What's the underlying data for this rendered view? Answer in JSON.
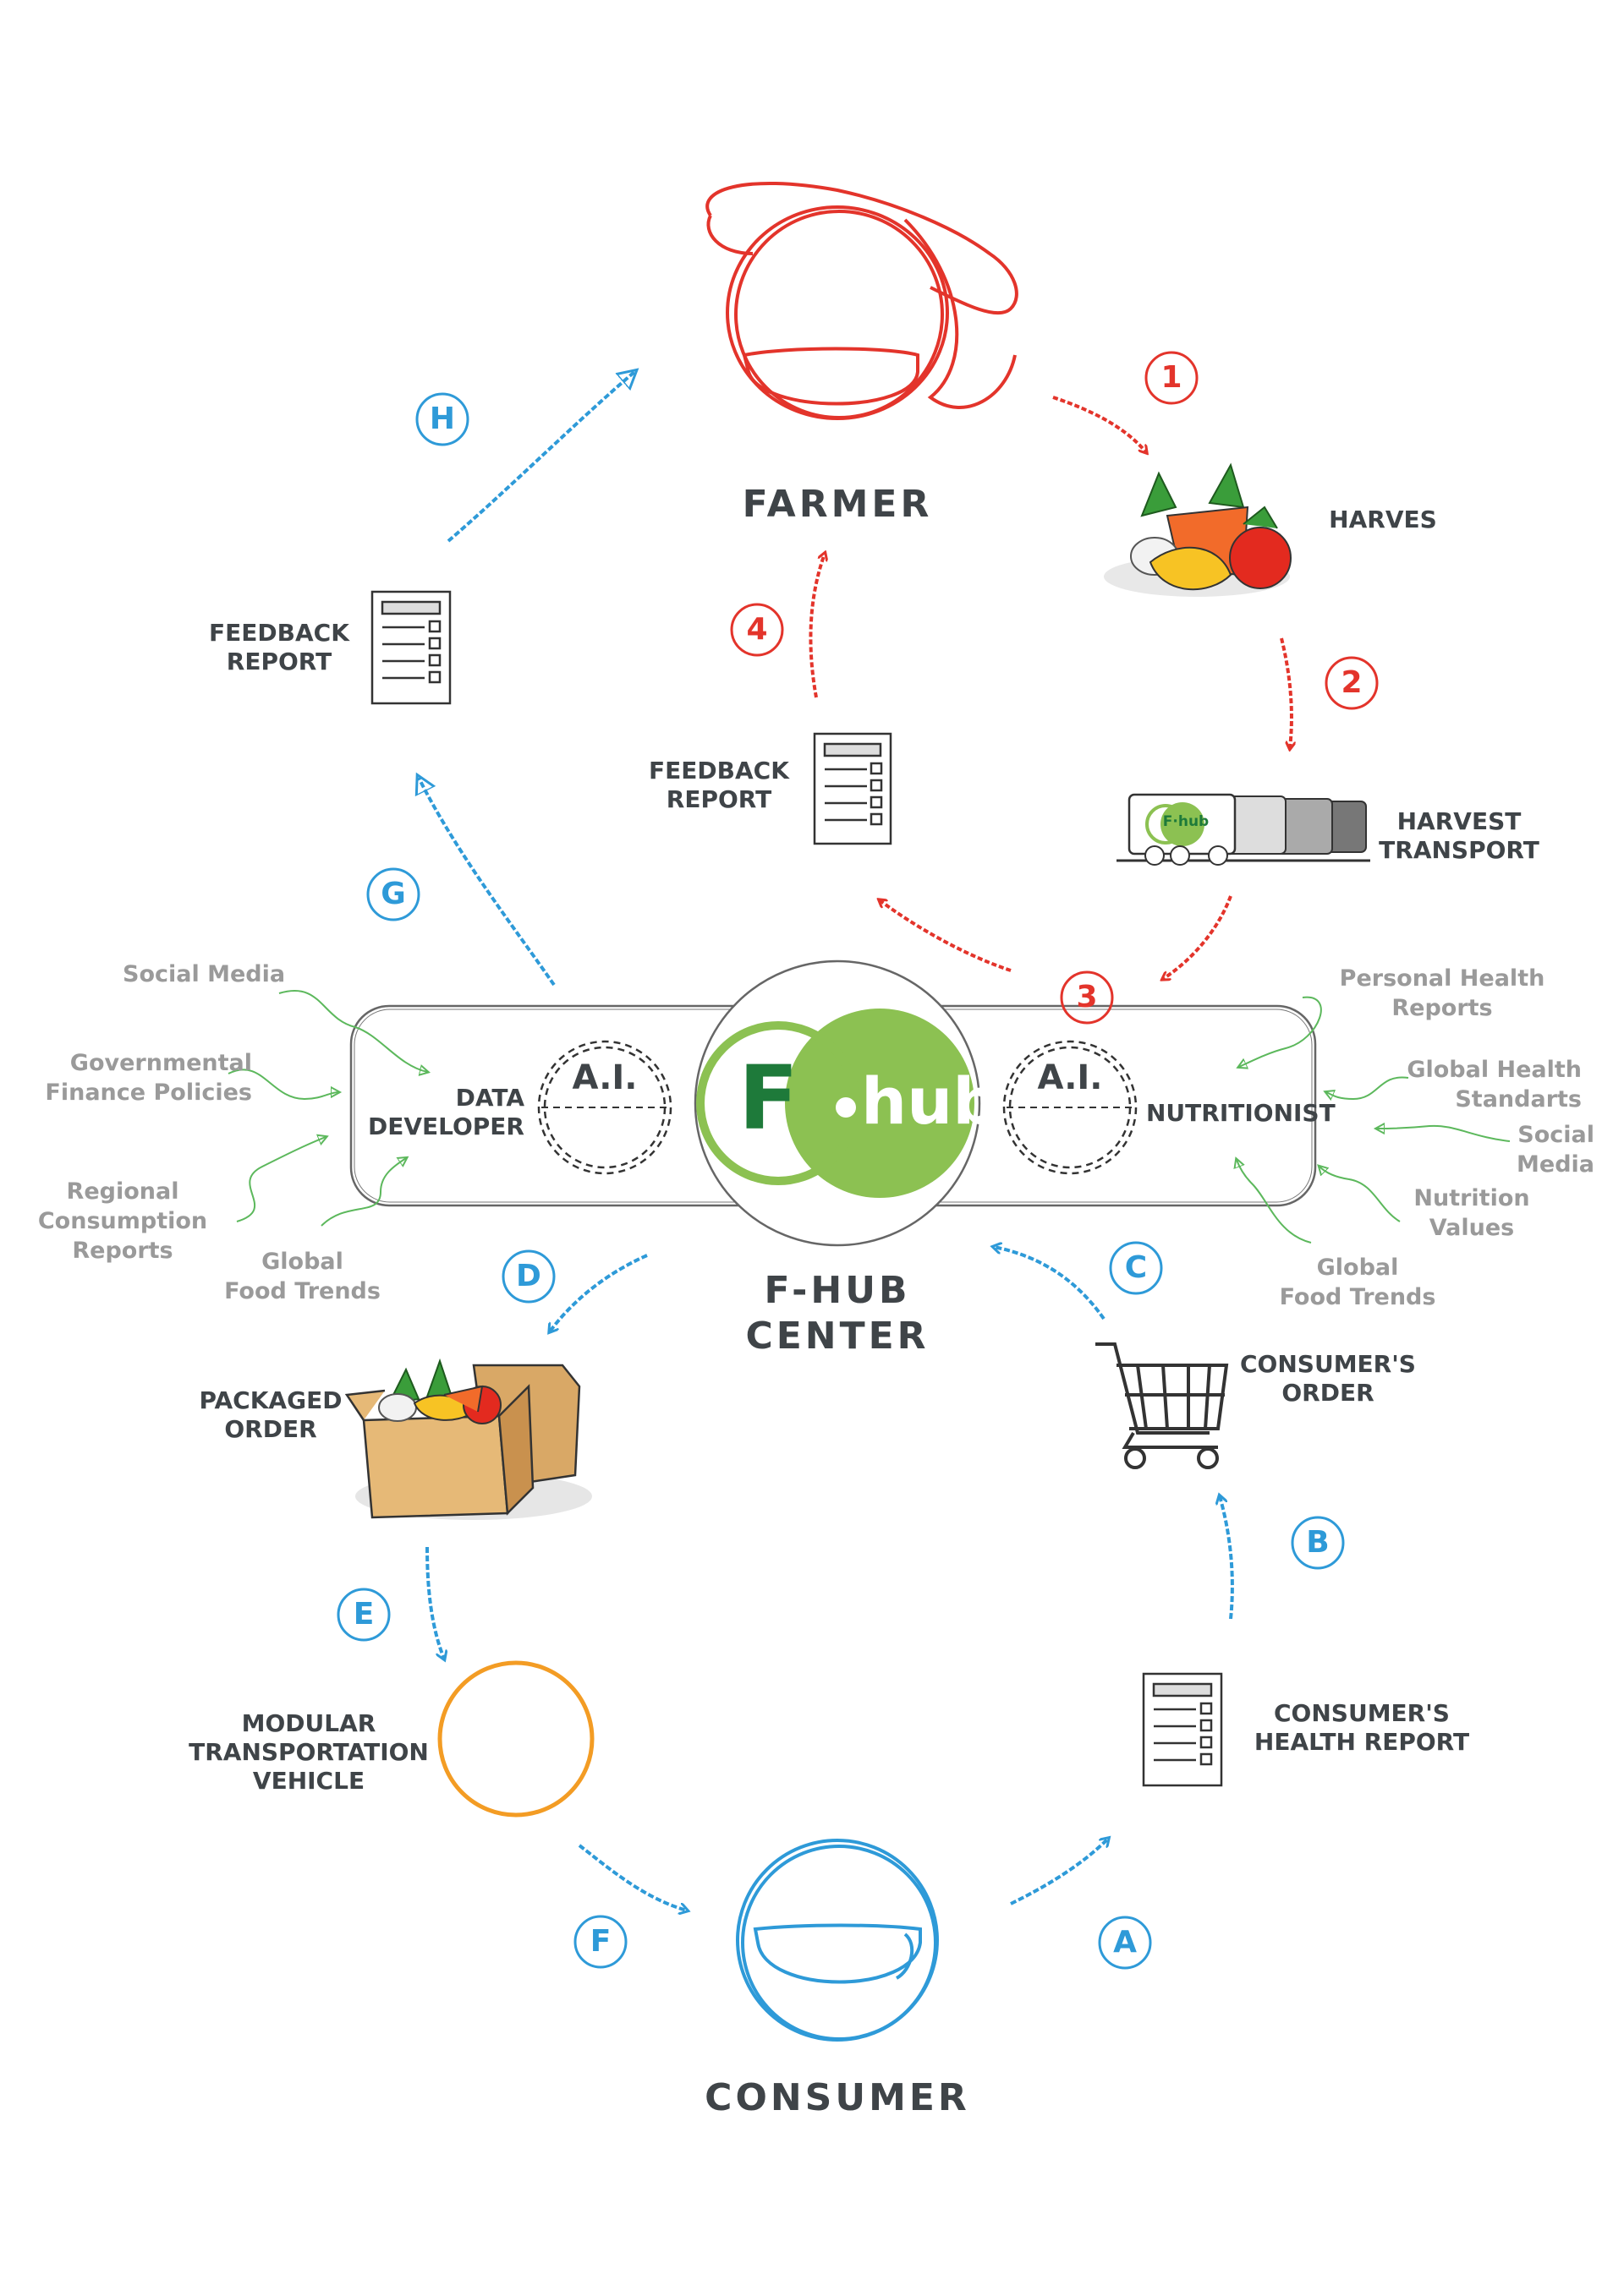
{
  "nodes": {
    "farmer": "FARMER",
    "harves": "HARVES",
    "harvest_transport": "HARVEST\nTRANSPORT",
    "feedback_report_center": "FEEDBACK\nREPORT",
    "feedback_report_left": "FEEDBACK\nREPORT",
    "fhub_center": "F-HUB\nCENTER",
    "data_developer": "DATA\nDEVELOPER",
    "nutritionist": "NUTRITIONIST",
    "packaged_order": "PACKAGED\nORDER",
    "consumers_order": "CONSUMER'S\nORDER",
    "modular_vehicle": "MODULAR\nTRANSPORTATION\nVEHICLE",
    "consumers_health_report": "CONSUMER'S\nHEALTH REPORT",
    "consumer": "CONSUMER"
  },
  "hub_logo": {
    "letter": "F",
    "word": "hub",
    "ai_left": "A.I.",
    "ai_right": "A.I.",
    "truck_logo": "F·hub"
  },
  "left_sources": {
    "social_media": "Social Media",
    "finance": "Governmental\nFinance Policies",
    "regional": "Regional\nConsumption\nReports",
    "global_food": "Global\nFood Trends"
  },
  "right_sources": {
    "personal_health": "Personal Health\nReports",
    "global_health": "Global Health\nStandarts",
    "social_media": "Social\nMedia",
    "nutrition": "Nutrition\nValues",
    "global_food": "Global\nFood Trends"
  },
  "steps_red": [
    "1",
    "2",
    "3",
    "4"
  ],
  "steps_blue": [
    "A",
    "B",
    "C",
    "D",
    "E",
    "F",
    "G",
    "H"
  ],
  "colors": {
    "red": "#e3342b",
    "blue": "#2e9ad8",
    "green_arrow": "#5cb85c",
    "hub_green": "#8cc152",
    "hub_dark_green": "#1e7a3a",
    "orange": "#f39c24",
    "label": "#3f4448",
    "source_text": "#9a9a9a"
  }
}
